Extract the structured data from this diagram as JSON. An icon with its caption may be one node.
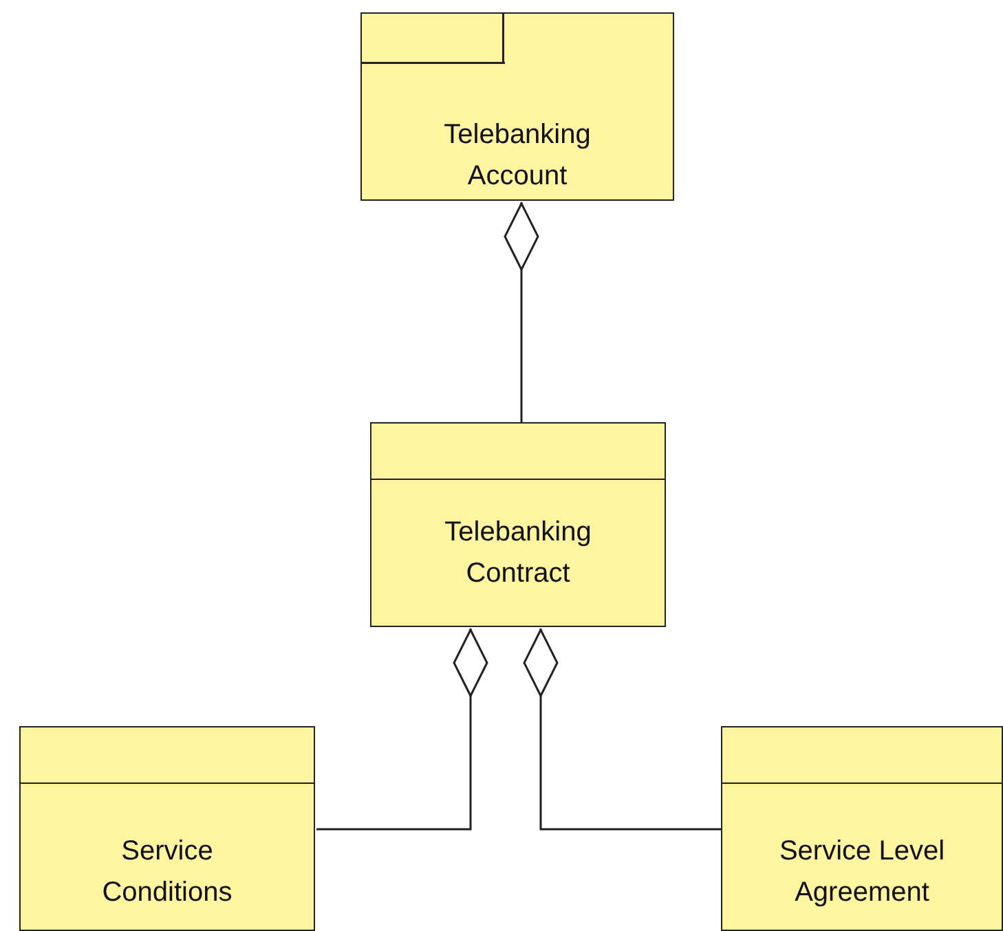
{
  "diagram": {
    "nodes": [
      {
        "text": [
          "Telebanking Account"
        ]
      },
      {
        "text": [
          "Telebanking Contract"
        ]
      },
      {
        "text": [
          "Service Conditions"
        ]
      },
      {
        "text": [
          "Service Level Agreement"
        ]
      }
    ],
    "edges": [
      {
        "from": 0,
        "to": 1,
        "arrow": "other"
      },
      {
        "from": 1,
        "to": 2,
        "arrow": "other"
      },
      {
        "from": 1,
        "to": 3,
        "arrow": "other"
      }
    ]
  }
}
